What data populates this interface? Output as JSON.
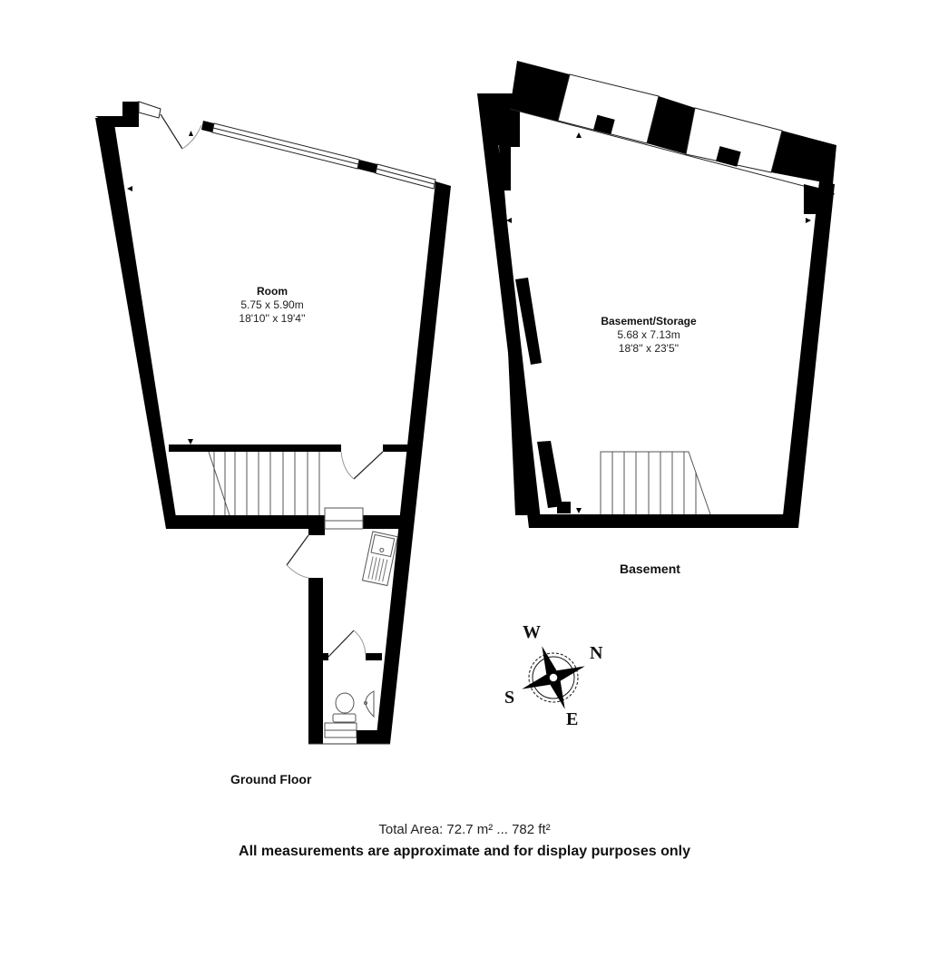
{
  "ground_floor": {
    "label": "Ground Floor",
    "rooms": [
      {
        "name": "Room",
        "metric": "5.75 x 5.90m",
        "imperial": "18'10'' x 19'4''"
      }
    ]
  },
  "basement": {
    "label": "Basement",
    "rooms": [
      {
        "name": "Basement/Storage",
        "metric": "5.68 x 7.13m",
        "imperial": "18'8'' x 23'5''"
      }
    ]
  },
  "compass": {
    "icon": "compass-rose-icon",
    "north": "N",
    "south": "S",
    "east": "E",
    "west": "W"
  },
  "footer": {
    "total_area": "Total Area: 72.7 m² ... 782 ft²",
    "disclaimer": "All measurements are approximate and for display purposes only"
  },
  "colors": {
    "wall": "#000000",
    "background": "#ffffff",
    "fixture_line": "#555555"
  }
}
